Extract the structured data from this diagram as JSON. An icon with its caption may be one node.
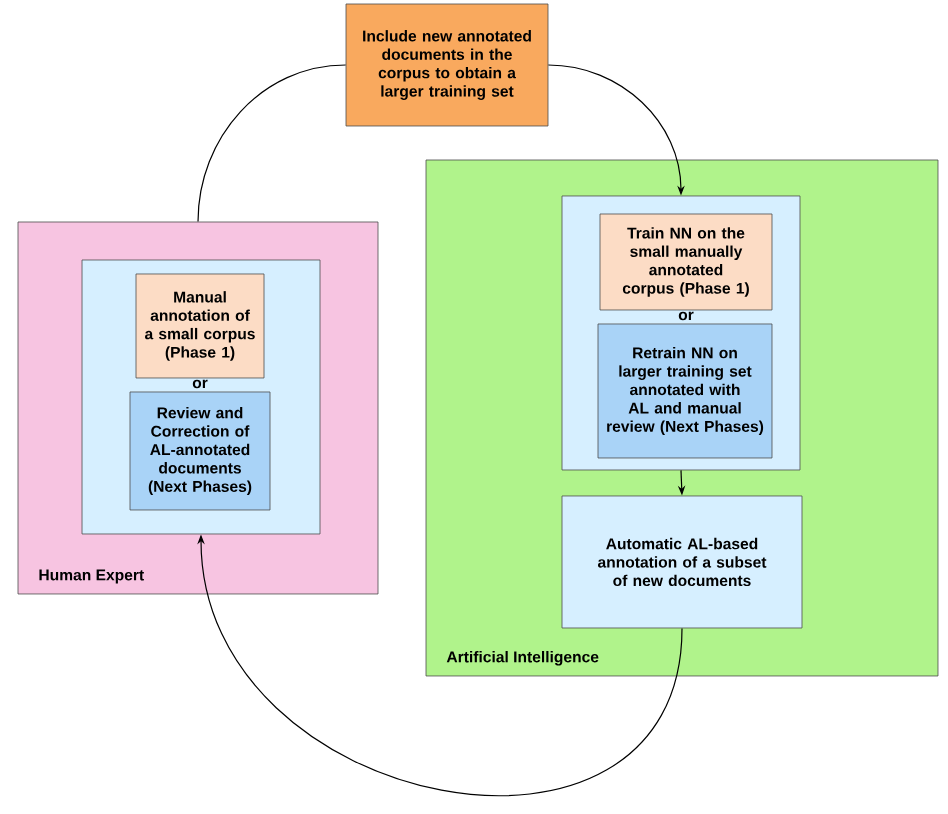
{
  "diagram": {
    "nodes": [
      {
        "text": [
          "Include new annotated documents in the corpus to obtain a larger training set"
        ]
      },
      {
        "text": [
          "Human Expert"
        ]
      },
      {
        "text": [],
        "shape": "box",
        "in": 1
      },
      {
        "text": [
          "Manual annotation of a small corpus (Phase 1)"
        ],
        "in": 2
      },
      {
        "text": [
          "Review and Correction of AL-annotated documents (Next Phases)"
        ],
        "in": 2
      },
      {
        "text": [
          "Artificial Intelligence"
        ]
      },
      {
        "text": [],
        "shape": "box",
        "in": 5
      },
      {
        "text": [
          "Train NN on the small manually annotated corpus (Phase 1)"
        ],
        "in": 6
      },
      {
        "text": [
          "Retrain NN on larger training set annotated with AL and manual review (Next Phases)"
        ],
        "in": 6
      },
      {
        "text": [
          "Automatic AL-based annotation of a subset of new documents"
        ],
        "in": 5
      }
    ],
    "edges": [
      {
        "from": 0,
        "to": 6,
        "arrow": "to"
      },
      {
        "from": 1,
        "to": 0,
        "arrow": "none"
      },
      {
        "from": 6,
        "to": 9,
        "arrow": "to"
      },
      {
        "from": 9,
        "to": 2,
        "arrow": "to"
      }
    ],
    "labels": [
      "or",
      "or"
    ]
  }
}
